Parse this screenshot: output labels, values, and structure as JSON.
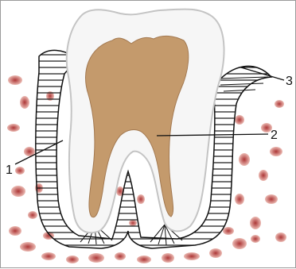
{
  "labels": [
    {
      "id": "1",
      "text": "1"
    },
    {
      "id": "2",
      "text": "2"
    },
    {
      "id": "3",
      "text": "3"
    }
  ],
  "colors": {
    "enamel": "#f4f4f4",
    "enamel_edge": "#bdbdbd",
    "pulp": "#c49a6c",
    "ligament_stroke": "#111111",
    "bone_dark": "#8b1a1a",
    "bone_light": "#e8b7b0"
  },
  "icons": {
    "tooth": "tooth-illustration",
    "bone": "alveolar-bone-texture"
  }
}
